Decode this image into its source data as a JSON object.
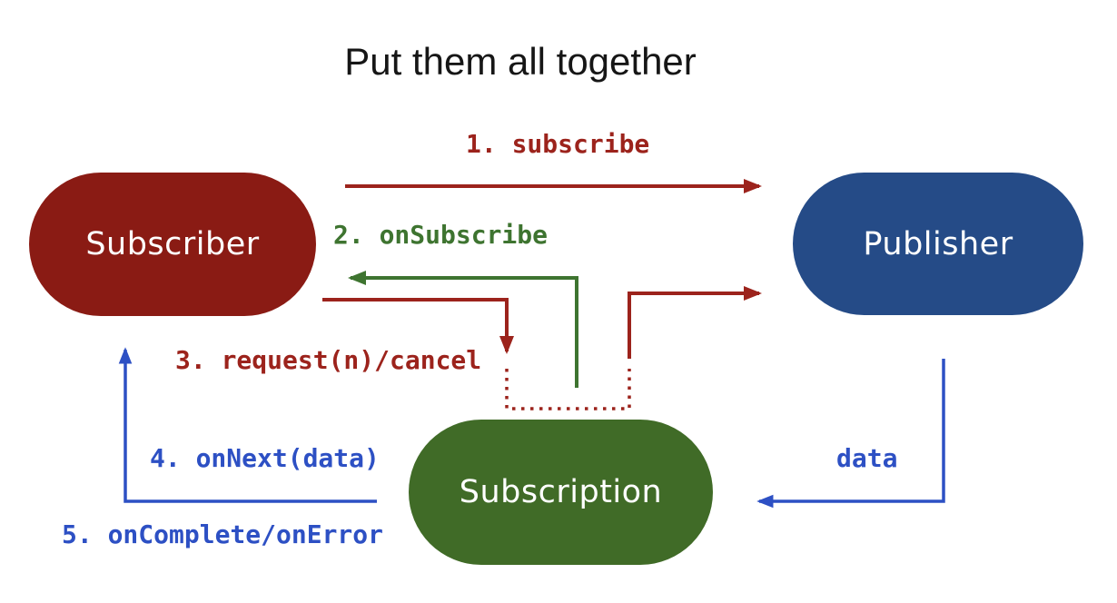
{
  "title": "Put them all together",
  "nodes": {
    "subscriber": {
      "label": "Subscriber",
      "color": "#8a1b14"
    },
    "publisher": {
      "label": "Publisher",
      "color": "#254b87"
    },
    "subscription": {
      "label": "Subscription",
      "color": "#406b27"
    }
  },
  "labels": {
    "e1": "1. subscribe",
    "e2": "2. onSubscribe",
    "e3": "3. request(n)/cancel",
    "e4": "4. onNext(data)",
    "e5": "5. onComplete/onError",
    "data": "data"
  },
  "arrows": [
    {
      "step": "1",
      "label": "1. subscribe",
      "from": "Subscriber",
      "to": "Publisher",
      "color": "#9c231c",
      "style": "solid"
    },
    {
      "step": "2",
      "label": "2. onSubscribe",
      "from": "Subscription",
      "to": "Subscriber",
      "color": "#3e7430",
      "style": "solid"
    },
    {
      "step": "3",
      "label": "3. request(n)/cancel",
      "from": "Subscriber",
      "to": "Subscription",
      "color": "#9c231c",
      "style": "solid-with-dotted-link"
    },
    {
      "step": "",
      "label": "",
      "from": "Subscription",
      "to": "Publisher",
      "color": "#9c231c",
      "style": "solid-with-dotted-link"
    },
    {
      "step": "4/5",
      "label": "4. onNext(data) / 5. onComplete/onError",
      "from": "Subscription",
      "to": "Subscriber",
      "color": "#2d50c4",
      "style": "solid"
    },
    {
      "step": "data",
      "label": "data",
      "from": "Publisher",
      "to": "Subscription",
      "color": "#2d50c4",
      "style": "solid"
    }
  ],
  "colors": {
    "red_line": "#9c231c",
    "green_line": "#3e7430",
    "blue_line": "#2d50c4",
    "title_text": "#161616",
    "background": "#ffffff"
  }
}
